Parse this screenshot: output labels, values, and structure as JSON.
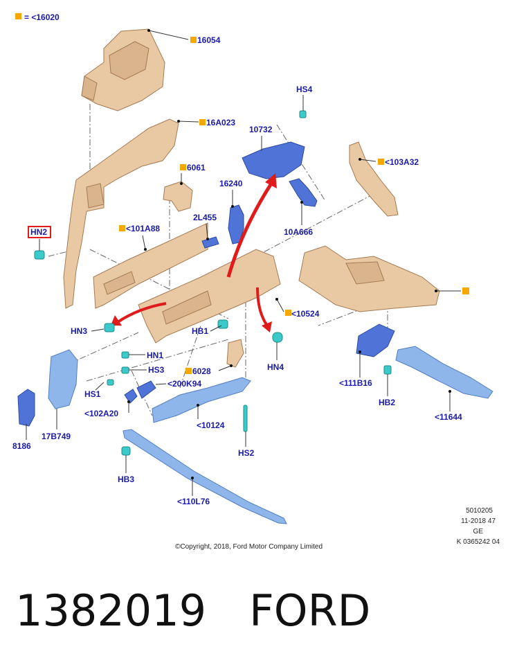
{
  "legend": {
    "text": "= <16020",
    "square_color": "#f5a800"
  },
  "callouts": [
    {
      "id": "c-16054",
      "text": "16054",
      "square": true
    },
    {
      "id": "c-16A023",
      "text": "16A023",
      "square": true
    },
    {
      "id": "c-6061",
      "text": "6061",
      "square": true
    },
    {
      "id": "c-101A88",
      "text": "<101A88",
      "square": true
    },
    {
      "id": "c-HN2",
      "text": "HN2",
      "square": false,
      "highlighted": true
    },
    {
      "id": "c-HS4",
      "text": "HS4",
      "square": false
    },
    {
      "id": "c-10732",
      "text": "10732",
      "square": false
    },
    {
      "id": "c-103A32",
      "text": "<103A32",
      "square": true
    },
    {
      "id": "c-16240",
      "text": "16240",
      "square": false
    },
    {
      "id": "c-2L455",
      "text": "2L455",
      "square": false
    },
    {
      "id": "c-10A666",
      "text": "10A666",
      "square": false
    },
    {
      "id": "c-10524",
      "text": "<10524",
      "square": true
    },
    {
      "id": "c-HN3",
      "text": "HN3",
      "square": false
    },
    {
      "id": "c-HB1",
      "text": "HB1",
      "square": false
    },
    {
      "id": "c-HN4",
      "text": "HN4",
      "square": false
    },
    {
      "id": "c-HN1",
      "text": "HN1",
      "square": false
    },
    {
      "id": "c-HS3",
      "text": "HS3",
      "square": false
    },
    {
      "id": "c-6028",
      "text": "6028",
      "square": true
    },
    {
      "id": "c-HS1",
      "text": "HS1",
      "square": false
    },
    {
      "id": "c-200K94",
      "text": "<200K94",
      "square": false
    },
    {
      "id": "c-102A20",
      "text": "<102A20",
      "square": false
    },
    {
      "id": "c-10124",
      "text": "<10124",
      "square": false
    },
    {
      "id": "c-8186",
      "text": "8186",
      "square": false
    },
    {
      "id": "c-17B749",
      "text": "17B749",
      "square": false
    },
    {
      "id": "c-111B16",
      "text": "<111B16",
      "square": false
    },
    {
      "id": "c-HB2",
      "text": "HB2",
      "square": false
    },
    {
      "id": "c-11644",
      "text": "<11644",
      "square": false
    },
    {
      "id": "c-HS2",
      "text": "HS2",
      "square": false
    },
    {
      "id": "c-HB3",
      "text": "HB3",
      "square": false
    },
    {
      "id": "c-110L76",
      "text": "<110L76",
      "square": false
    }
  ],
  "info_block": [
    "5010205",
    "11-2018 47",
    "GE",
    "K 0365242 04"
  ],
  "copyright": "©Copyright, 2018, Ford Motor Company Limited",
  "footer": {
    "part_number": "1382019",
    "brand": "FORD"
  },
  "colors": {
    "callout_text": "#1a1aa6",
    "arrow_red": "#e01b1b",
    "panel_tan": "#e8c9a4",
    "bracket_blue": "#4f73d6",
    "fastener_cyan": "#3cc9c9",
    "highlight_red": "#e01b1b"
  }
}
